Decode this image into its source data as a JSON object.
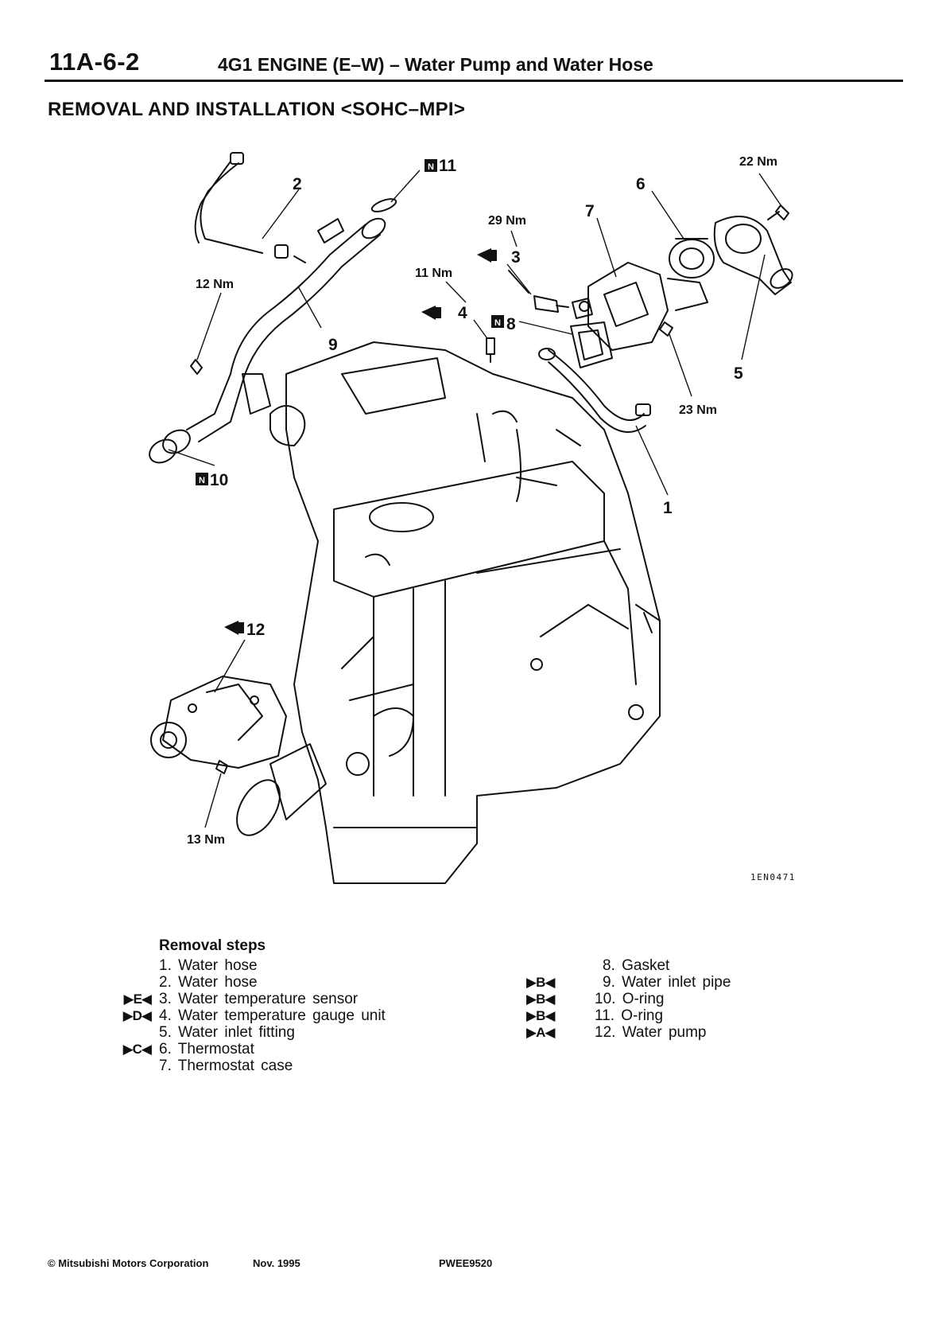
{
  "header": {
    "page_number": "11A-6-2",
    "running_title": "4G1 ENGINE (E–W) – Water Pump and Water Hose"
  },
  "section_title": "REMOVAL AND INSTALLATION <SOHC–MPI>",
  "diagram": {
    "callouts": {
      "c1": "1",
      "c2": "2",
      "c3": "3",
      "c4": "4",
      "c5": "5",
      "c6": "6",
      "c7": "7",
      "c8": "8",
      "c9": "9",
      "c10": "10",
      "c11": "11",
      "c12": "12"
    },
    "torques": {
      "t22": "22 Nm",
      "t29": "29 Nm",
      "t11": "11 Nm",
      "t12": "12 Nm",
      "t23": "23 Nm",
      "t13": "13 Nm"
    },
    "new_part_badge": "N",
    "drawing_code": "1EN0471"
  },
  "removal_steps": {
    "heading": "Removal steps",
    "left": [
      {
        "mark": "",
        "text": "1. Water hose"
      },
      {
        "mark": "",
        "text": "2. Water hose"
      },
      {
        "mark": "▶E◀",
        "text": "3. Water temperature sensor"
      },
      {
        "mark": "▶D◀",
        "text": "4. Water temperature gauge unit"
      },
      {
        "mark": "",
        "text": "5. Water inlet fitting"
      },
      {
        "mark": "▶C◀",
        "text": "6. Thermostat"
      },
      {
        "mark": "",
        "text": "7. Thermostat case"
      }
    ],
    "right": [
      {
        "mark": "",
        "text": "8. Gasket"
      },
      {
        "mark": "▶B◀",
        "text": "9. Water inlet pipe"
      },
      {
        "mark": "▶B◀",
        "text": "10. O-ring"
      },
      {
        "mark": "▶B◀",
        "text": "11. O-ring"
      },
      {
        "mark": "▶A◀",
        "text": "12. Water pump"
      }
    ]
  },
  "footer": {
    "copyright": "© Mitsubishi Motors Corporation",
    "date": "Nov. 1995",
    "doc_code": "PWEE9520"
  }
}
